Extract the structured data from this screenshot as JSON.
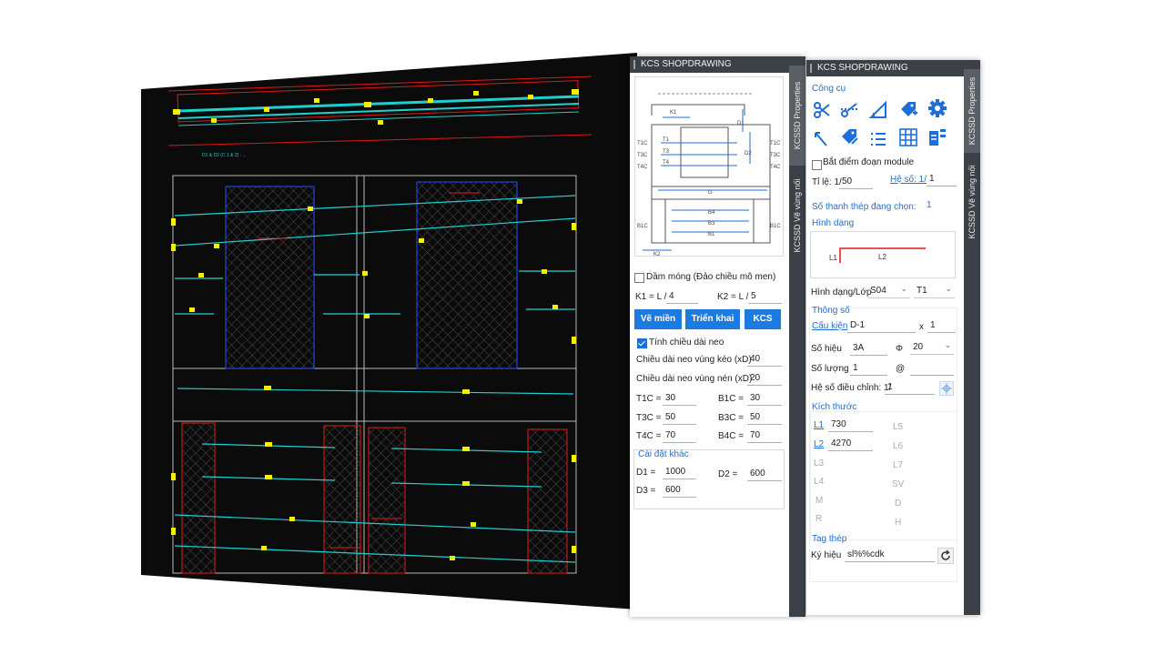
{
  "cad": {
    "note_label": "D1 & D2 (C 1 & 2) : ...",
    "colors": {
      "background": "#0b0b0b",
      "cyan": "#1fd0d0",
      "red": "#e01818",
      "yellow": "#f4f000",
      "blue": "#2050ff",
      "grey": "#b9b9b9"
    }
  },
  "panel1": {
    "title": "KCS SHOPDRAWING",
    "tabs": [
      "KCSSD Properties",
      "KCSSD Vẽ vùng nối"
    ],
    "diagram": {
      "labels": [
        "K1",
        "D1",
        "D2",
        "T1C",
        "T3C",
        "T4C",
        "T1",
        "T3",
        "T4",
        "T1C",
        "T3C",
        "T4C",
        "G",
        "B4",
        "B3",
        "B1",
        "B1C",
        "B1C",
        "K2"
      ]
    },
    "dam_mong_label": "Dầm móng (Đảo chiều mô men)",
    "k1_label": "K1 = L /",
    "k1_value": "4",
    "k2_label": "K2 = L /",
    "k2_value": "5",
    "buttons": [
      "Vẽ miền",
      "Triển khai",
      "KCS"
    ],
    "tinh_chieu_dai_label": "Tính chiều dài neo",
    "neo_keo_label": "Chiều dài neo vùng kéo (xD)",
    "neo_keo_value": "40",
    "neo_nen_label": "Chiều dài neo vùng nén (xD)",
    "neo_nen_value": "20",
    "t1c_label": "T1C =",
    "t1c_value": "30",
    "b1c_label": "B1C =",
    "b1c_value": "30",
    "t3c_label": "T3C =",
    "t3c_value": "50",
    "b3c_label": "B3C =",
    "b3c_value": "50",
    "t4c_label": "T4C =",
    "t4c_value": "70",
    "b4c_label": "B4C =",
    "b4c_value": "70",
    "cai_dat_khac": "Cài đặt khác",
    "d1_label": "D1 =",
    "d1_value": "1000",
    "d2_label": "D2 =",
    "d2_value": "600",
    "d3_label": "D3 =",
    "d3_value": "600"
  },
  "panel2": {
    "title": "KCS SHOPDRAWING",
    "tabs": [
      "KCSSD Properties",
      "KCSSD Vẽ vùng nối"
    ],
    "cong_cu": "Công cụ",
    "tool_icons": [
      "scissors-icon",
      "split-icon",
      "dimension-icon",
      "tag-add-icon",
      "gear-icon",
      "pencil-icon",
      "tag-edit-icon",
      "list-check-icon",
      "table-icon",
      "report-icon"
    ],
    "bat_diem_label": "Bắt điểm đoạn module",
    "ti_le_label": "Tỉ lệ: 1/",
    "ti_le_value": "50",
    "he_so_label": "Hệ số: 1/",
    "he_so_value": "1",
    "so_thanh_label": "Số thanh thép đang chọn:",
    "so_thanh_value": "1",
    "hinh_dang": "Hình dạng",
    "shape_labels": [
      "L1",
      "L2"
    ],
    "hinh_dang_lop_label": "Hình dạng/Lớp",
    "hinh_dang_value": "S04",
    "lop_value": "T1",
    "thong_so": "Thông số",
    "cau_kien_label": "Cấu kiện",
    "cau_kien_value": "D-1",
    "x_label": "x",
    "cau_kien_count": "1",
    "so_hieu_label": "Số hiệu",
    "so_hieu_value": "3A",
    "phi_label": "Φ",
    "phi_value": "20",
    "so_luong_label": "Số lượng",
    "so_luong_value": "1",
    "at_label": "@",
    "he_so_dc_label": "Hệ số điều chỉnh: 1/",
    "he_so_dc_value": "1",
    "kich_thuoc": "Kích thước",
    "l1_label": "L1",
    "l1_value": "730",
    "l2_label": "L2",
    "l2_value": "4270",
    "dim_left_disabled": [
      "L3",
      "L4",
      "M",
      "R"
    ],
    "dim_right_disabled": [
      "L5",
      "L6",
      "L7",
      "SV",
      "D",
      "H"
    ],
    "tag_thep": "Tag thép",
    "ky_hieu_label": "Ký hiệu",
    "ky_hieu_value": "sl%%cdk"
  }
}
